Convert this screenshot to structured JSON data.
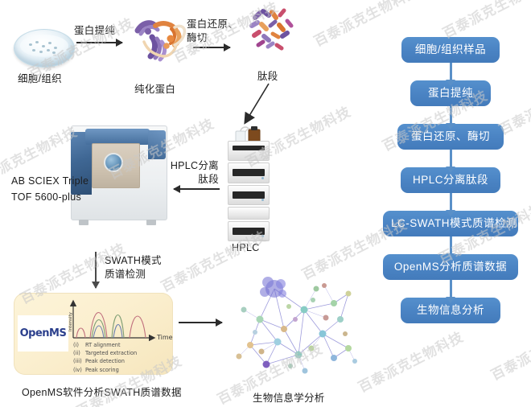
{
  "watermark": {
    "text": "百泰派克生物科技",
    "color": "#c9c9c9"
  },
  "left_workflow": {
    "sample": {
      "label": "细胞/组织",
      "icon": "petri-dish-icon"
    },
    "arrow1_label": "蛋白提纯",
    "purified_protein": {
      "label": "纯化蛋白",
      "icon": "protein-ribbon-icon"
    },
    "arrow2_label_line1": "蛋白还原、",
    "arrow2_label_line2": "酶切",
    "peptide": {
      "label": "肽段",
      "icon": "peptide-structure-icon"
    },
    "hplc": {
      "label": "HPLC",
      "icon": "hplc-instrument-icon"
    },
    "arrow3_label_line1": "HPLC分离",
    "arrow3_label_line2": "肽段",
    "mass_spec": {
      "label_line1": "AB SCIEX Triple",
      "label_line2": "TOF 5600-plus",
      "icon": "mass-spectrometer-icon"
    },
    "arrow4_label_line1": "SWATH模式",
    "arrow4_label_line2": "质谱检测",
    "openms": {
      "logo_text": "OpenMS",
      "caption": "OpenMS软件分析SWATH质谱数据",
      "chart": {
        "ylabel": "Intensity",
        "xlabel": "Time"
      },
      "steps": [
        {
          "num": "(i)",
          "text": "RT alignment"
        },
        {
          "num": "(ii)",
          "text": "Targeted extraction"
        },
        {
          "num": "(iii)",
          "text": "Peak detection"
        },
        {
          "num": "(iv)",
          "text": "Peak scoring"
        }
      ]
    },
    "network": {
      "caption": "生物信息学分析",
      "icon": "protein-network-icon"
    }
  },
  "flowchart": {
    "accent_color": "#4a83c3",
    "steps": [
      {
        "label": "细胞/组织样品"
      },
      {
        "label": "蛋白提纯"
      },
      {
        "label": "蛋白还原、酶切"
      },
      {
        "label": "HPLC分离肽段"
      },
      {
        "label": "LC-SWATH模式质谱检测"
      },
      {
        "label": "OpenMS分析质谱数据"
      },
      {
        "label": "生物信息分析"
      }
    ]
  }
}
